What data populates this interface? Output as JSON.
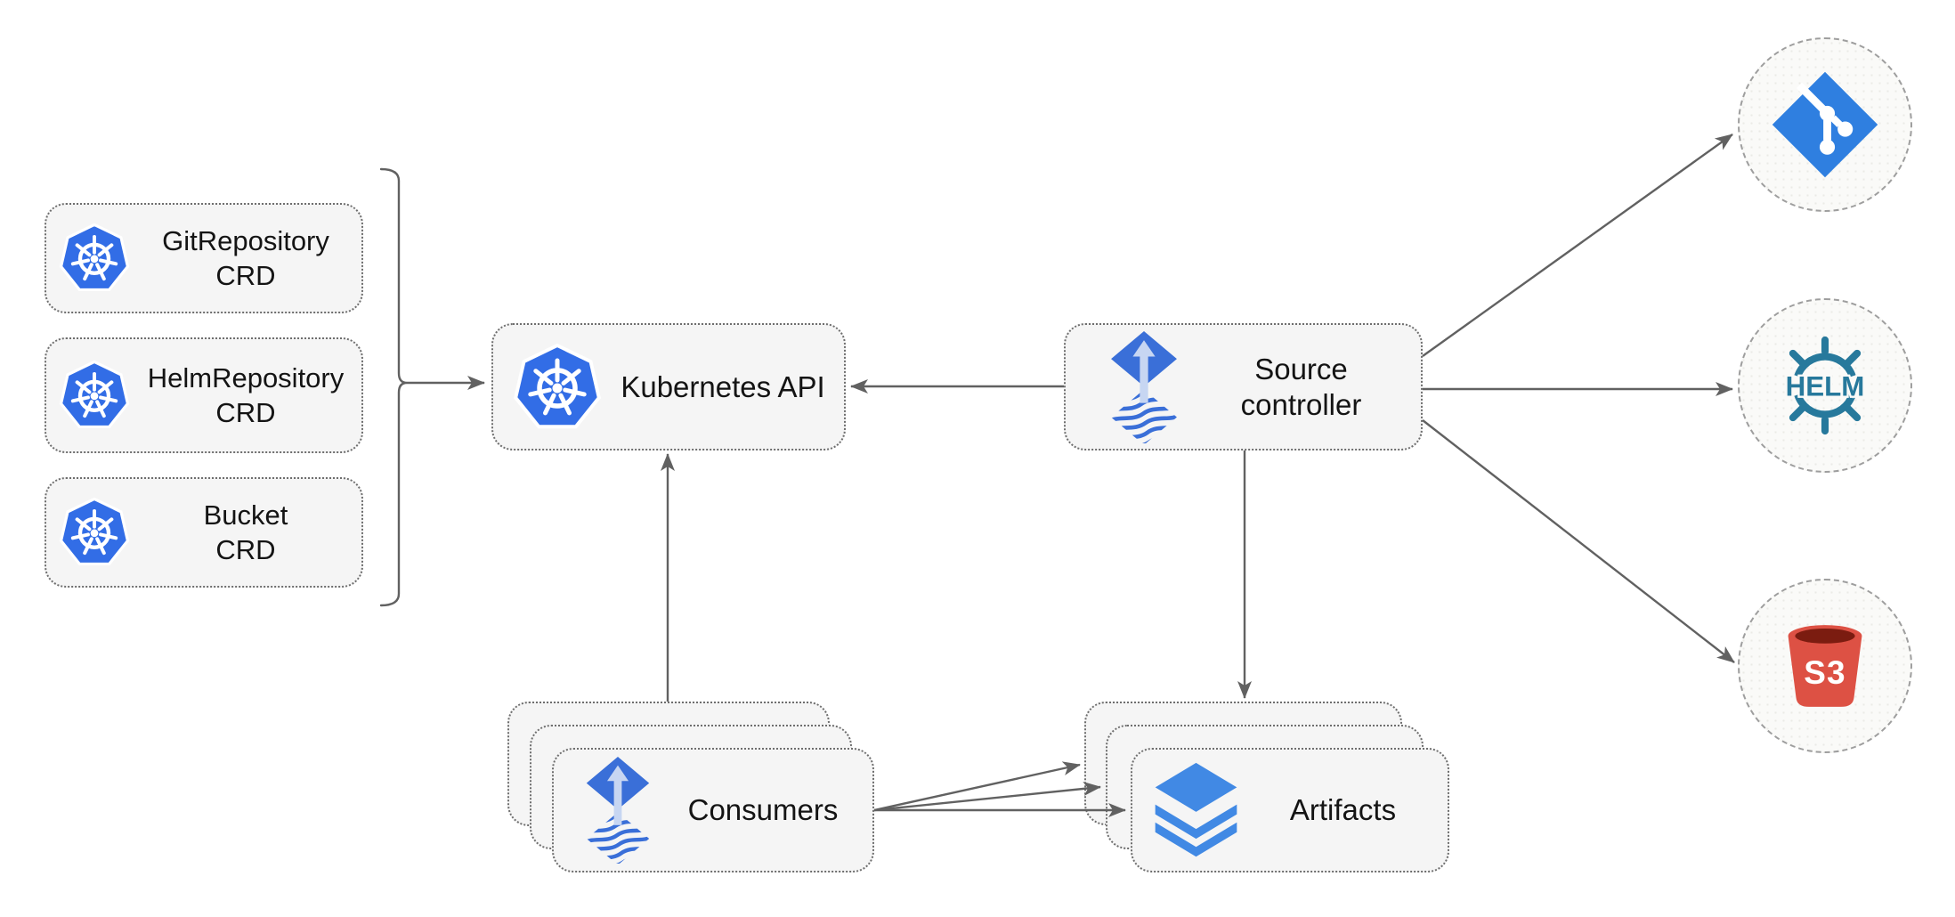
{
  "colors": {
    "k8s_blue": "#326de6",
    "flux_blue": "#3a6fd8",
    "flux_arrow_light": "#c7d6f2",
    "layers_blue": "#4189e4",
    "git_blue": "#2f7fe0",
    "helm_teal": "#27799c",
    "s3_red": "#dd5144",
    "s3_dark": "#7b1c10",
    "node_fill": "#f5f5f5",
    "node_border": "#6e6e6e",
    "circle_fill": "#fafaf8",
    "circle_border": "#9e9e9e",
    "connector": "#616161",
    "text": "#141414"
  },
  "nodes": {
    "crd_boxes": [
      {
        "line1": "GitRepository",
        "line2": "CRD"
      },
      {
        "line1": "HelmRepository",
        "line2": "CRD"
      },
      {
        "line1": "Bucket",
        "line2": "CRD"
      }
    ],
    "kubernetes_api": {
      "label": "Kubernetes API"
    },
    "source_controller": {
      "line1": "Source",
      "line2": "controller"
    },
    "consumers": {
      "label": "Consumers"
    },
    "artifacts": {
      "label": "Artifacts"
    },
    "endpoints": {
      "helm_text": "HELM",
      "s3_text": "S3"
    }
  }
}
